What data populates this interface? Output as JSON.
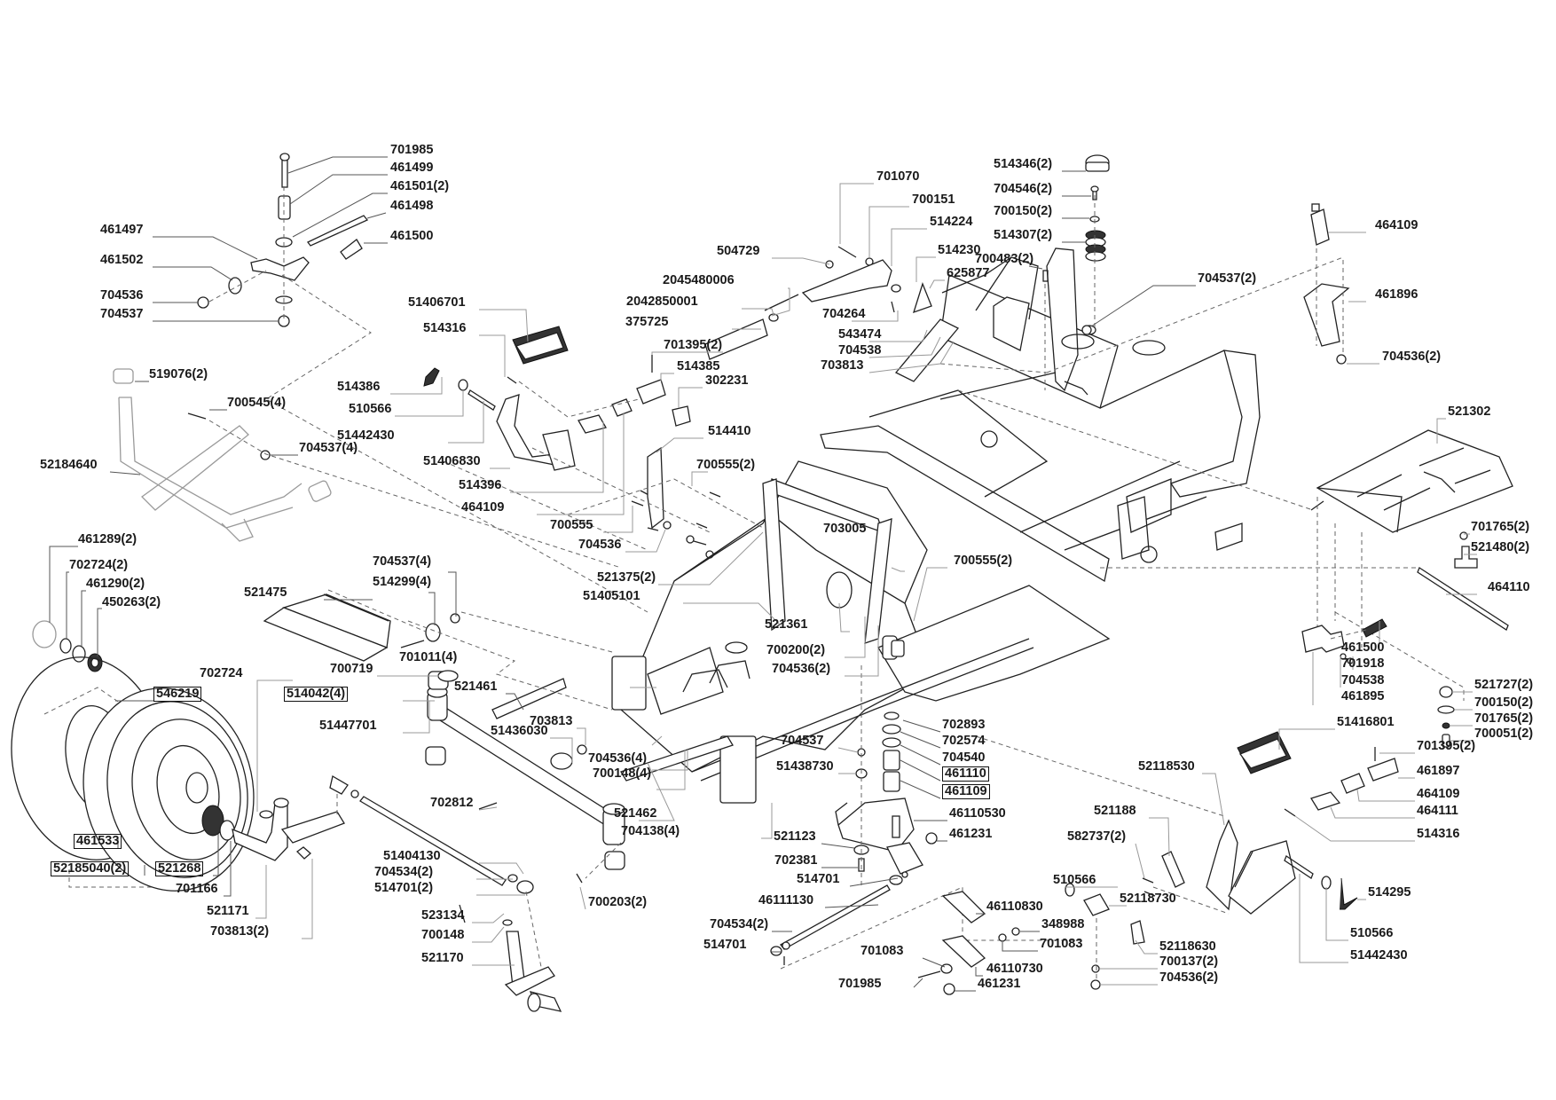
{
  "diagram": {
    "title": "Exploded parts view – chassis, steering and pedal assembly",
    "labels": [
      {
        "id": "701985-top",
        "text": "701985",
        "boxed": false
      },
      {
        "id": "461499",
        "text": "461499",
        "boxed": false
      },
      {
        "id": "461501",
        "text": "461501(2)",
        "boxed": false
      },
      {
        "id": "461498",
        "text": "461498",
        "boxed": false
      },
      {
        "id": "461497",
        "text": "461497",
        "boxed": false
      },
      {
        "id": "461500-top",
        "text": "461500",
        "boxed": false
      },
      {
        "id": "461502",
        "text": "461502",
        "boxed": false
      },
      {
        "id": "704536-top",
        "text": "704536",
        "boxed": false
      },
      {
        "id": "704537-top",
        "text": "704537",
        "boxed": false
      },
      {
        "id": "519076",
        "text": "519076(2)",
        "boxed": false
      },
      {
        "id": "700545",
        "text": "700545(4)",
        "boxed": false
      },
      {
        "id": "704537-4a",
        "text": "704537(4)",
        "boxed": false
      },
      {
        "id": "52184640",
        "text": "52184640",
        "boxed": false
      },
      {
        "id": "461289",
        "text": "461289(2)",
        "boxed": false
      },
      {
        "id": "702724-2",
        "text": "702724(2)",
        "boxed": false
      },
      {
        "id": "461290",
        "text": "461290(2)",
        "boxed": false
      },
      {
        "id": "450263",
        "text": "450263(2)",
        "boxed": false
      },
      {
        "id": "521475",
        "text": "521475",
        "boxed": false
      },
      {
        "id": "704537-4b",
        "text": "704537(4)",
        "boxed": false
      },
      {
        "id": "514299",
        "text": "514299(4)",
        "boxed": false
      },
      {
        "id": "701011",
        "text": "701011(4)",
        "boxed": false
      },
      {
        "id": "700719",
        "text": "700719",
        "boxed": false
      },
      {
        "id": "702724",
        "text": "702724",
        "boxed": false
      },
      {
        "id": "546219",
        "text": "546219",
        "boxed": true
      },
      {
        "id": "514042",
        "text": "514042(4)",
        "boxed": true
      },
      {
        "id": "51447701",
        "text": "51447701",
        "boxed": false
      },
      {
        "id": "521461",
        "text": "521461",
        "boxed": false
      },
      {
        "id": "461533",
        "text": "461533",
        "boxed": true
      },
      {
        "id": "52185040",
        "text": "52185040(2)",
        "boxed": true
      },
      {
        "id": "521268",
        "text": "521268",
        "boxed": true
      },
      {
        "id": "701166",
        "text": "701166",
        "boxed": false
      },
      {
        "id": "521171",
        "text": "521171",
        "boxed": false
      },
      {
        "id": "703813-2",
        "text": "703813(2)",
        "boxed": false
      },
      {
        "id": "702812",
        "text": "702812",
        "boxed": false
      },
      {
        "id": "51404130",
        "text": "51404130",
        "boxed": false
      },
      {
        "id": "704534-2a",
        "text": "704534(2)",
        "boxed": false
      },
      {
        "id": "514701-2",
        "text": "514701(2)",
        "boxed": false
      },
      {
        "id": "523134",
        "text": "523134",
        "boxed": false
      },
      {
        "id": "700148",
        "text": "700148",
        "boxed": false
      },
      {
        "id": "521170",
        "text": "521170",
        "boxed": false
      },
      {
        "id": "700203",
        "text": "700203(2)",
        "boxed": false
      },
      {
        "id": "51406701",
        "text": "51406701",
        "boxed": false
      },
      {
        "id": "514316-left",
        "text": "514316",
        "boxed": false
      },
      {
        "id": "514386",
        "text": "514386",
        "boxed": false
      },
      {
        "id": "510566-left",
        "text": "510566",
        "boxed": false
      },
      {
        "id": "51442430-left",
        "text": "51442430",
        "boxed": false
      },
      {
        "id": "51406830",
        "text": "51406830",
        "boxed": false
      },
      {
        "id": "514396",
        "text": "514396",
        "boxed": false
      },
      {
        "id": "464109-left",
        "text": "464109",
        "boxed": false
      },
      {
        "id": "700555-left",
        "text": "700555",
        "boxed": false
      },
      {
        "id": "704536-mid",
        "text": "704536",
        "boxed": false
      },
      {
        "id": "521375",
        "text": "521375(2)",
        "boxed": false
      },
      {
        "id": "51405101",
        "text": "51405101",
        "boxed": false
      },
      {
        "id": "703813",
        "text": "703813",
        "boxed": false
      },
      {
        "id": "51436030",
        "text": "51436030",
        "boxed": false
      },
      {
        "id": "704536-4",
        "text": "704536(4)",
        "boxed": false
      },
      {
        "id": "700148-4",
        "text": "700148(4)",
        "boxed": false
      },
      {
        "id": "521462",
        "text": "521462",
        "boxed": false
      },
      {
        "id": "704138",
        "text": "704138(4)",
        "boxed": false
      },
      {
        "id": "701070",
        "text": "701070",
        "boxed": false
      },
      {
        "id": "700151",
        "text": "700151",
        "boxed": false
      },
      {
        "id": "514224",
        "text": "514224",
        "boxed": false
      },
      {
        "id": "504729",
        "text": "504729",
        "boxed": false
      },
      {
        "id": "514230",
        "text": "514230",
        "boxed": false
      },
      {
        "id": "2045480006",
        "text": "2045480006",
        "boxed": false
      },
      {
        "id": "625877",
        "text": "625877",
        "boxed": false
      },
      {
        "id": "2042850001",
        "text": "2042850001",
        "boxed": false
      },
      {
        "id": "375725",
        "text": "375725",
        "boxed": false
      },
      {
        "id": "704264",
        "text": "704264",
        "boxed": false
      },
      {
        "id": "543474",
        "text": "543474",
        "boxed": false
      },
      {
        "id": "704538-top",
        "text": "704538",
        "boxed": false
      },
      {
        "id": "703813-top",
        "text": "703813",
        "boxed": false
      },
      {
        "id": "701395-left",
        "text": "701395(2)",
        "boxed": false
      },
      {
        "id": "514385",
        "text": "514385",
        "boxed": false
      },
      {
        "id": "302231",
        "text": "302231",
        "boxed": false
      },
      {
        "id": "514410",
        "text": "514410",
        "boxed": false
      },
      {
        "id": "700555-2a",
        "text": "700555(2)",
        "boxed": false
      },
      {
        "id": "703005",
        "text": "703005",
        "boxed": false
      },
      {
        "id": "700555-2b",
        "text": "700555(2)",
        "boxed": false
      },
      {
        "id": "521361",
        "text": "521361",
        "boxed": false
      },
      {
        "id": "700200",
        "text": "700200(2)",
        "boxed": false
      },
      {
        "id": "704536-2a",
        "text": "704536(2)",
        "boxed": false
      },
      {
        "id": "514346",
        "text": "514346(2)",
        "boxed": false
      },
      {
        "id": "704546",
        "text": "704546(2)",
        "boxed": false
      },
      {
        "id": "700150-top",
        "text": "700150(2)",
        "boxed": false
      },
      {
        "id": "514307",
        "text": "514307(2)",
        "boxed": false
      },
      {
        "id": "700483",
        "text": "700483(2)",
        "boxed": false
      },
      {
        "id": "704537-2",
        "text": "704537(2)",
        "boxed": false
      },
      {
        "id": "464109-top",
        "text": "464109",
        "boxed": false
      },
      {
        "id": "461896",
        "text": "461896",
        "boxed": false
      },
      {
        "id": "704536-2b",
        "text": "704536(2)",
        "boxed": false
      },
      {
        "id": "521302",
        "text": "521302",
        "boxed": false
      },
      {
        "id": "701765-a",
        "text": "701765(2)",
        "boxed": false
      },
      {
        "id": "521480",
        "text": "521480(2)",
        "boxed": false
      },
      {
        "id": "464110",
        "text": "464110",
        "boxed": false
      },
      {
        "id": "461500-right",
        "text": "461500",
        "boxed": false
      },
      {
        "id": "701918",
        "text": "701918",
        "boxed": false
      },
      {
        "id": "704538-right",
        "text": "704538",
        "boxed": false
      },
      {
        "id": "461895",
        "text": "461895",
        "boxed": false
      },
      {
        "id": "51416801",
        "text": "51416801",
        "boxed": false
      },
      {
        "id": "521727",
        "text": "521727(2)",
        "boxed": false
      },
      {
        "id": "700150-right",
        "text": "700150(2)",
        "boxed": false
      },
      {
        "id": "701765-b",
        "text": "701765(2)",
        "boxed": false
      },
      {
        "id": "700051",
        "text": "700051(2)",
        "boxed": false
      },
      {
        "id": "701395-right",
        "text": "701395(2)",
        "boxed": false
      },
      {
        "id": "461897",
        "text": "461897",
        "boxed": false
      },
      {
        "id": "464109-right",
        "text": "464109",
        "boxed": false
      },
      {
        "id": "464111",
        "text": "464111",
        "boxed": false
      },
      {
        "id": "514316-right",
        "text": "514316",
        "boxed": false
      },
      {
        "id": "52118530",
        "text": "52118530",
        "boxed": false
      },
      {
        "id": "521188",
        "text": "521188",
        "boxed": false
      },
      {
        "id": "582737",
        "text": "582737(2)",
        "boxed": false
      },
      {
        "id": "510566-mid",
        "text": "510566",
        "boxed": false
      },
      {
        "id": "52118730",
        "text": "52118730",
        "boxed": false
      },
      {
        "id": "52118630",
        "text": "52118630",
        "boxed": false
      },
      {
        "id": "514295",
        "text": "514295",
        "boxed": false
      },
      {
        "id": "510566-right",
        "text": "510566",
        "boxed": false
      },
      {
        "id": "51442430-right",
        "text": "51442430",
        "boxed": false
      },
      {
        "id": "700137",
        "text": "700137(2)",
        "boxed": false
      },
      {
        "id": "704536-2c",
        "text": "704536(2)",
        "boxed": false
      },
      {
        "id": "702893",
        "text": "702893",
        "boxed": false
      },
      {
        "id": "702574",
        "text": "702574",
        "boxed": false
      },
      {
        "id": "704540",
        "text": "704540",
        "boxed": false
      },
      {
        "id": "461110",
        "text": "461110",
        "boxed": true
      },
      {
        "id": "461109",
        "text": "461109",
        "boxed": true
      },
      {
        "id": "46110530",
        "text": "46110530",
        "boxed": false
      },
      {
        "id": "461231-a",
        "text": "461231",
        "boxed": false
      },
      {
        "id": "704537-mid",
        "text": "704537",
        "boxed": false
      },
      {
        "id": "51438730",
        "text": "51438730",
        "boxed": false
      },
      {
        "id": "521123",
        "text": "521123",
        "boxed": false
      },
      {
        "id": "702381",
        "text": "702381",
        "boxed": false
      },
      {
        "id": "514701-a",
        "text": "514701",
        "boxed": false
      },
      {
        "id": "46111130",
        "text": "46111130",
        "boxed": false
      },
      {
        "id": "704534-2b",
        "text": "704534(2)",
        "boxed": false
      },
      {
        "id": "514701-b",
        "text": "514701",
        "boxed": false
      },
      {
        "id": "46110830",
        "text": "46110830",
        "boxed": false
      },
      {
        "id": "348988",
        "text": "348988",
        "boxed": false
      },
      {
        "id": "701083-a",
        "text": "701083",
        "boxed": false
      },
      {
        "id": "701083-b",
        "text": "701083",
        "boxed": false
      },
      {
        "id": "46110730",
        "text": "46110730",
        "boxed": false
      },
      {
        "id": "701985-bottom",
        "text": "701985",
        "boxed": false
      },
      {
        "id": "461231-b",
        "text": "461231",
        "boxed": false
      }
    ]
  }
}
